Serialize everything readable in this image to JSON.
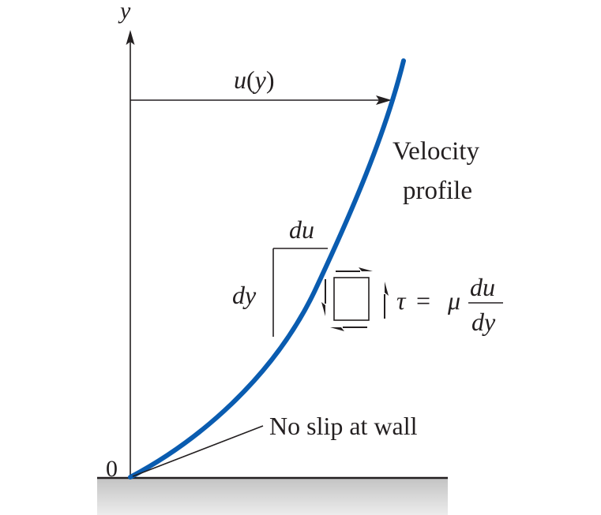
{
  "axis": {
    "y_label": "y",
    "origin_label": "0"
  },
  "profile_arrow": {
    "u": "u",
    "open_paren": "(",
    "y": "y",
    "close_paren": ")"
  },
  "curve_label": {
    "line1": "Velocity",
    "line2": "profile"
  },
  "gradient": {
    "du": "du",
    "dy": "dy"
  },
  "shear_equation": {
    "tau": "τ",
    "equals": "=",
    "mu": "μ",
    "numerator": "du",
    "denominator": "dy"
  },
  "wall_annotation": "No slip at wall",
  "colors": {
    "curve": "#0a5cb0",
    "ink": "#231f20",
    "wall_top": "#c8c8c8",
    "wall_bottom": "#ededed"
  }
}
